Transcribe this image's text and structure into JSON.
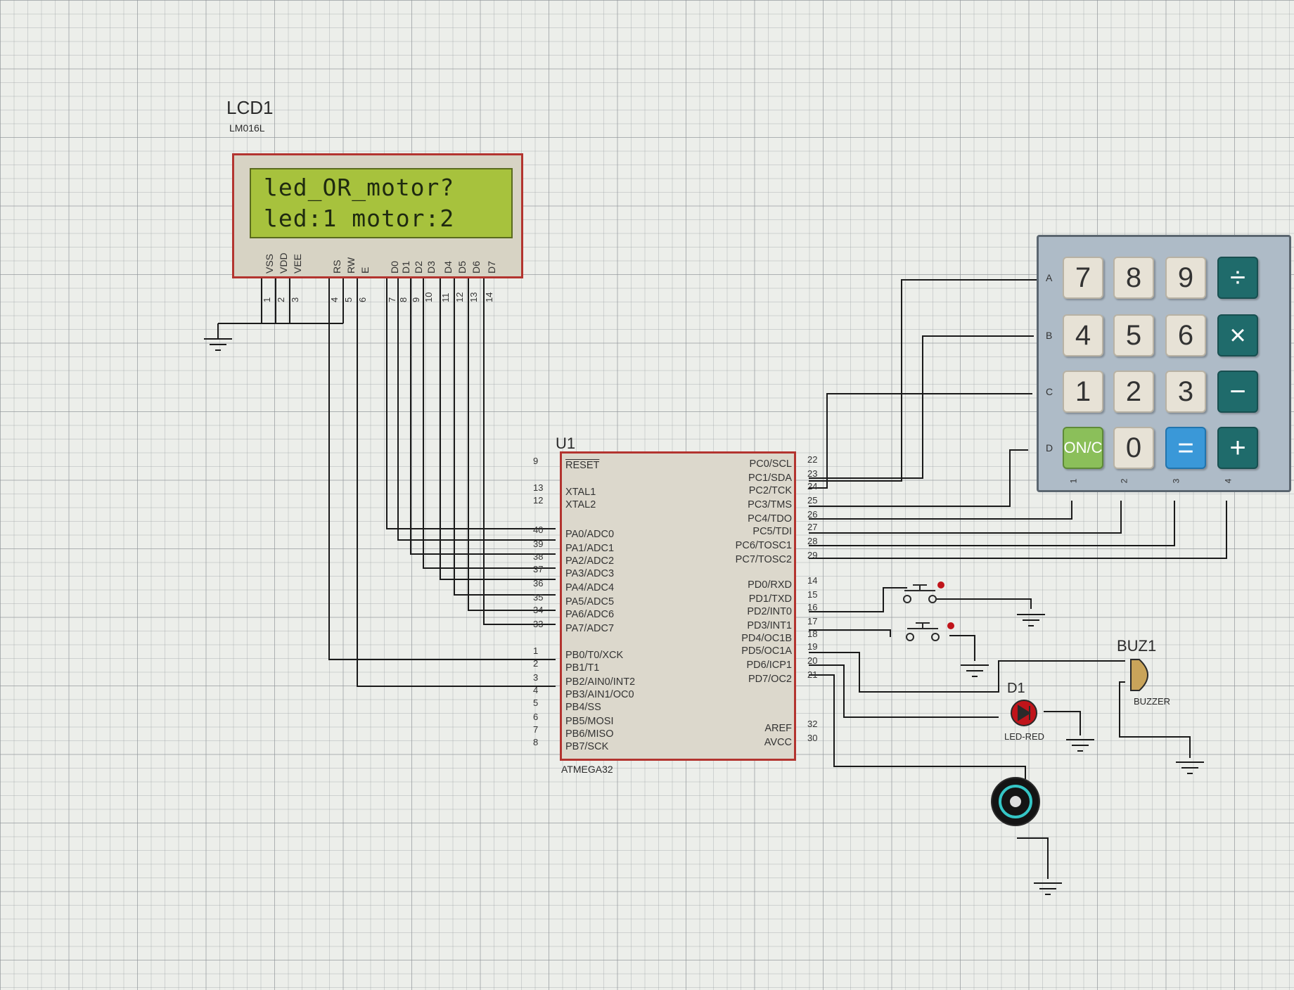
{
  "lcd": {
    "ref": "LCD1",
    "part": "LM016L",
    "line1": "led_OR_motor?",
    "line2": "led:1 motor:2",
    "pins": [
      "VSS",
      "VDD",
      "VEE",
      "RS",
      "RW",
      "E",
      "D0",
      "D1",
      "D2",
      "D3",
      "D4",
      "D5",
      "D6",
      "D7"
    ],
    "pin_numbers": [
      "1",
      "2",
      "3",
      "4",
      "5",
      "6",
      "7",
      "8",
      "9",
      "10",
      "11",
      "12",
      "13",
      "14"
    ]
  },
  "mcu": {
    "ref": "U1",
    "part": "ATMEGA32",
    "left_pins": [
      {
        "num": "9",
        "name": "RESET"
      },
      {
        "num": "13",
        "name": "XTAL1"
      },
      {
        "num": "12",
        "name": "XTAL2"
      },
      {
        "num": "40",
        "name": "PA0/ADC0"
      },
      {
        "num": "39",
        "name": "PA1/ADC1"
      },
      {
        "num": "38",
        "name": "PA2/ADC2"
      },
      {
        "num": "37",
        "name": "PA3/ADC3"
      },
      {
        "num": "36",
        "name": "PA4/ADC4"
      },
      {
        "num": "35",
        "name": "PA5/ADC5"
      },
      {
        "num": "34",
        "name": "PA6/ADC6"
      },
      {
        "num": "33",
        "name": "PA7/ADC7"
      },
      {
        "num": "1",
        "name": "PB0/T0/XCK"
      },
      {
        "num": "2",
        "name": "PB1/T1"
      },
      {
        "num": "3",
        "name": "PB2/AIN0/INT2"
      },
      {
        "num": "4",
        "name": "PB3/AIN1/OC0"
      },
      {
        "num": "5",
        "name": "PB4/SS"
      },
      {
        "num": "6",
        "name": "PB5/MOSI"
      },
      {
        "num": "7",
        "name": "PB6/MISO"
      },
      {
        "num": "8",
        "name": "PB7/SCK"
      }
    ],
    "right_pins": [
      {
        "num": "22",
        "name": "PC0/SCL"
      },
      {
        "num": "23",
        "name": "PC1/SDA"
      },
      {
        "num": "24",
        "name": "PC2/TCK"
      },
      {
        "num": "25",
        "name": "PC3/TMS"
      },
      {
        "num": "26",
        "name": "PC4/TDO"
      },
      {
        "num": "27",
        "name": "PC5/TDI"
      },
      {
        "num": "28",
        "name": "PC6/TOSC1"
      },
      {
        "num": "29",
        "name": "PC7/TOSC2"
      },
      {
        "num": "14",
        "name": "PD0/RXD"
      },
      {
        "num": "15",
        "name": "PD1/TXD"
      },
      {
        "num": "16",
        "name": "PD2/INT0"
      },
      {
        "num": "17",
        "name": "PD3/INT1"
      },
      {
        "num": "18",
        "name": "PD4/OC1B"
      },
      {
        "num": "19",
        "name": "PD5/OC1A"
      },
      {
        "num": "20",
        "name": "PD6/ICP1"
      },
      {
        "num": "21",
        "name": "PD7/OC2"
      },
      {
        "num": "32",
        "name": "AREF"
      },
      {
        "num": "30",
        "name": "AVCC"
      }
    ]
  },
  "keypad": {
    "rows": [
      "A",
      "B",
      "C",
      "D"
    ],
    "cols": [
      "1",
      "2",
      "3",
      "4"
    ],
    "keys": [
      [
        "7",
        "8",
        "9",
        "÷"
      ],
      [
        "4",
        "5",
        "6",
        "×"
      ],
      [
        "1",
        "2",
        "3",
        "−"
      ],
      [
        "ON/C",
        "0",
        "=",
        "+"
      ]
    ]
  },
  "buzzer": {
    "ref": "BUZ1",
    "part": "BUZZER"
  },
  "led": {
    "ref": "D1",
    "part": "LED-RED",
    "color": "#c0141a"
  },
  "colors": {
    "wire": "#1a1a1a",
    "component_border": "#b3342f",
    "lcd_screen": "#a7c23d",
    "key_operator": "#1f6b6b",
    "key_on": "#8bbf5a",
    "key_equals": "#3a98d8"
  }
}
